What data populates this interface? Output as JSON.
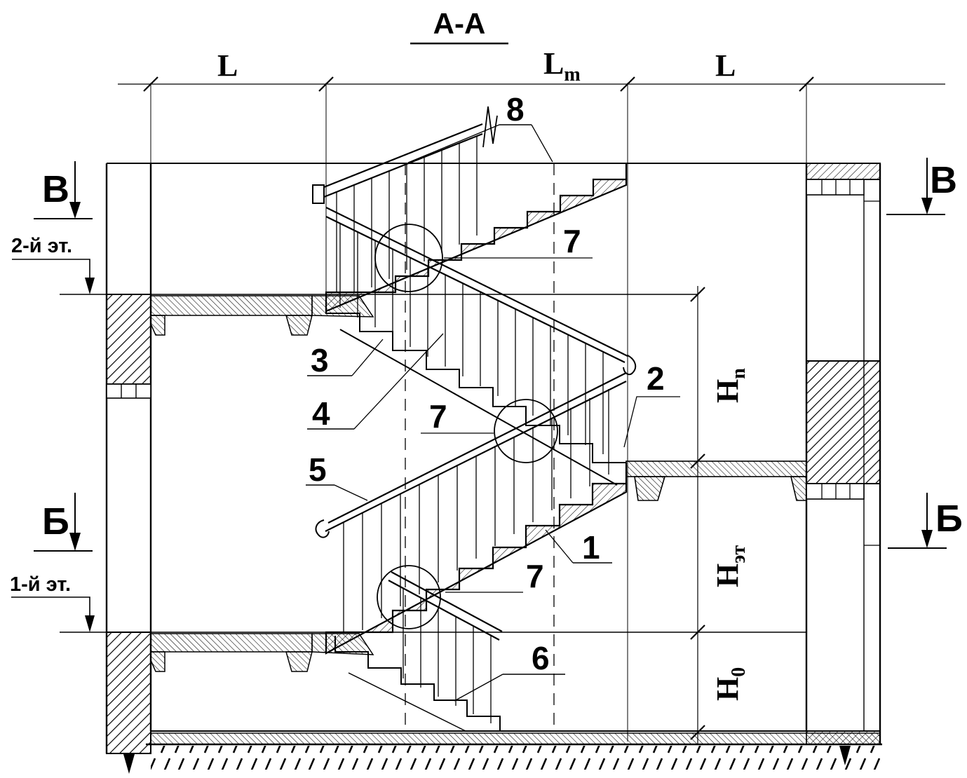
{
  "title": "А-А",
  "dims": {
    "span_left": "L",
    "span_mid_base": "L",
    "span_mid_sub": "m",
    "span_right": "L",
    "h_top_base": "H",
    "h_top_sub": "n",
    "h_mid_base": "H",
    "h_mid_sub": "эт",
    "h_bot_base": "H",
    "h_bot_sub": "0"
  },
  "sections": {
    "v_left": "В",
    "v_right": "В",
    "b_left": "Б",
    "b_right": "Б"
  },
  "floors": {
    "second": "2-й эт.",
    "first": "1-й эт."
  },
  "callouts": {
    "c1": "1",
    "c2": "2",
    "c3": "3",
    "c4": "4",
    "c5": "5",
    "c6": "6",
    "c7": "7",
    "c8": "8"
  }
}
